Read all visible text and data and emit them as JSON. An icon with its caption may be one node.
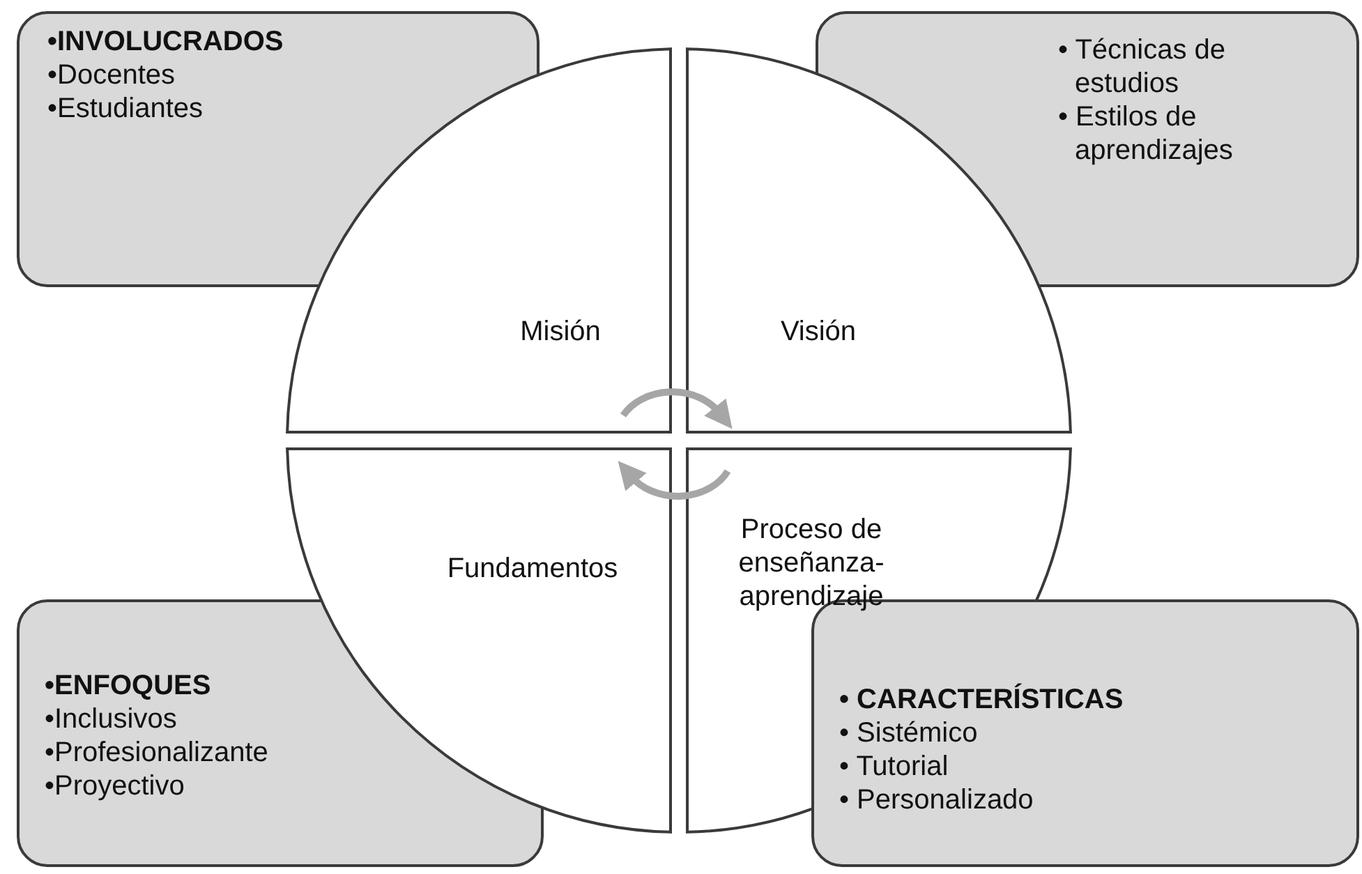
{
  "diagram": {
    "nodes": [
      {
        "text": [
          "•INVOLUCRADOS",
          "•Docentes",
          "•Estudiantes"
        ]
      },
      {
        "text": [
          "• Técnicas de estudios",
          "• Estilos de aprendizajes"
        ]
      },
      {
        "text": [
          "Misión"
        ]
      },
      {
        "text": [
          "Visión"
        ]
      },
      {
        "text": [
          "Fundamentos"
        ]
      },
      {
        "text": [
          "Proceso de enseñanza-aprendizaje"
        ]
      },
      {
        "text": [
          "•ENFOQUES",
          "•Inclusivos",
          "•Profesionalizante",
          "•Proyectivo"
        ]
      },
      {
        "text": [
          "• CARACTERÍSTICAS",
          "• Sistémico",
          "• Tutorial",
          "• Personalizado"
        ]
      }
    ],
    "edges": [
      {
        "from": 2,
        "to": 3,
        "arrow": "to",
        "color": "#a6a6a6"
      },
      {
        "from": 5,
        "to": 4,
        "arrow": "to",
        "color": "#a6a6a6"
      }
    ]
  }
}
